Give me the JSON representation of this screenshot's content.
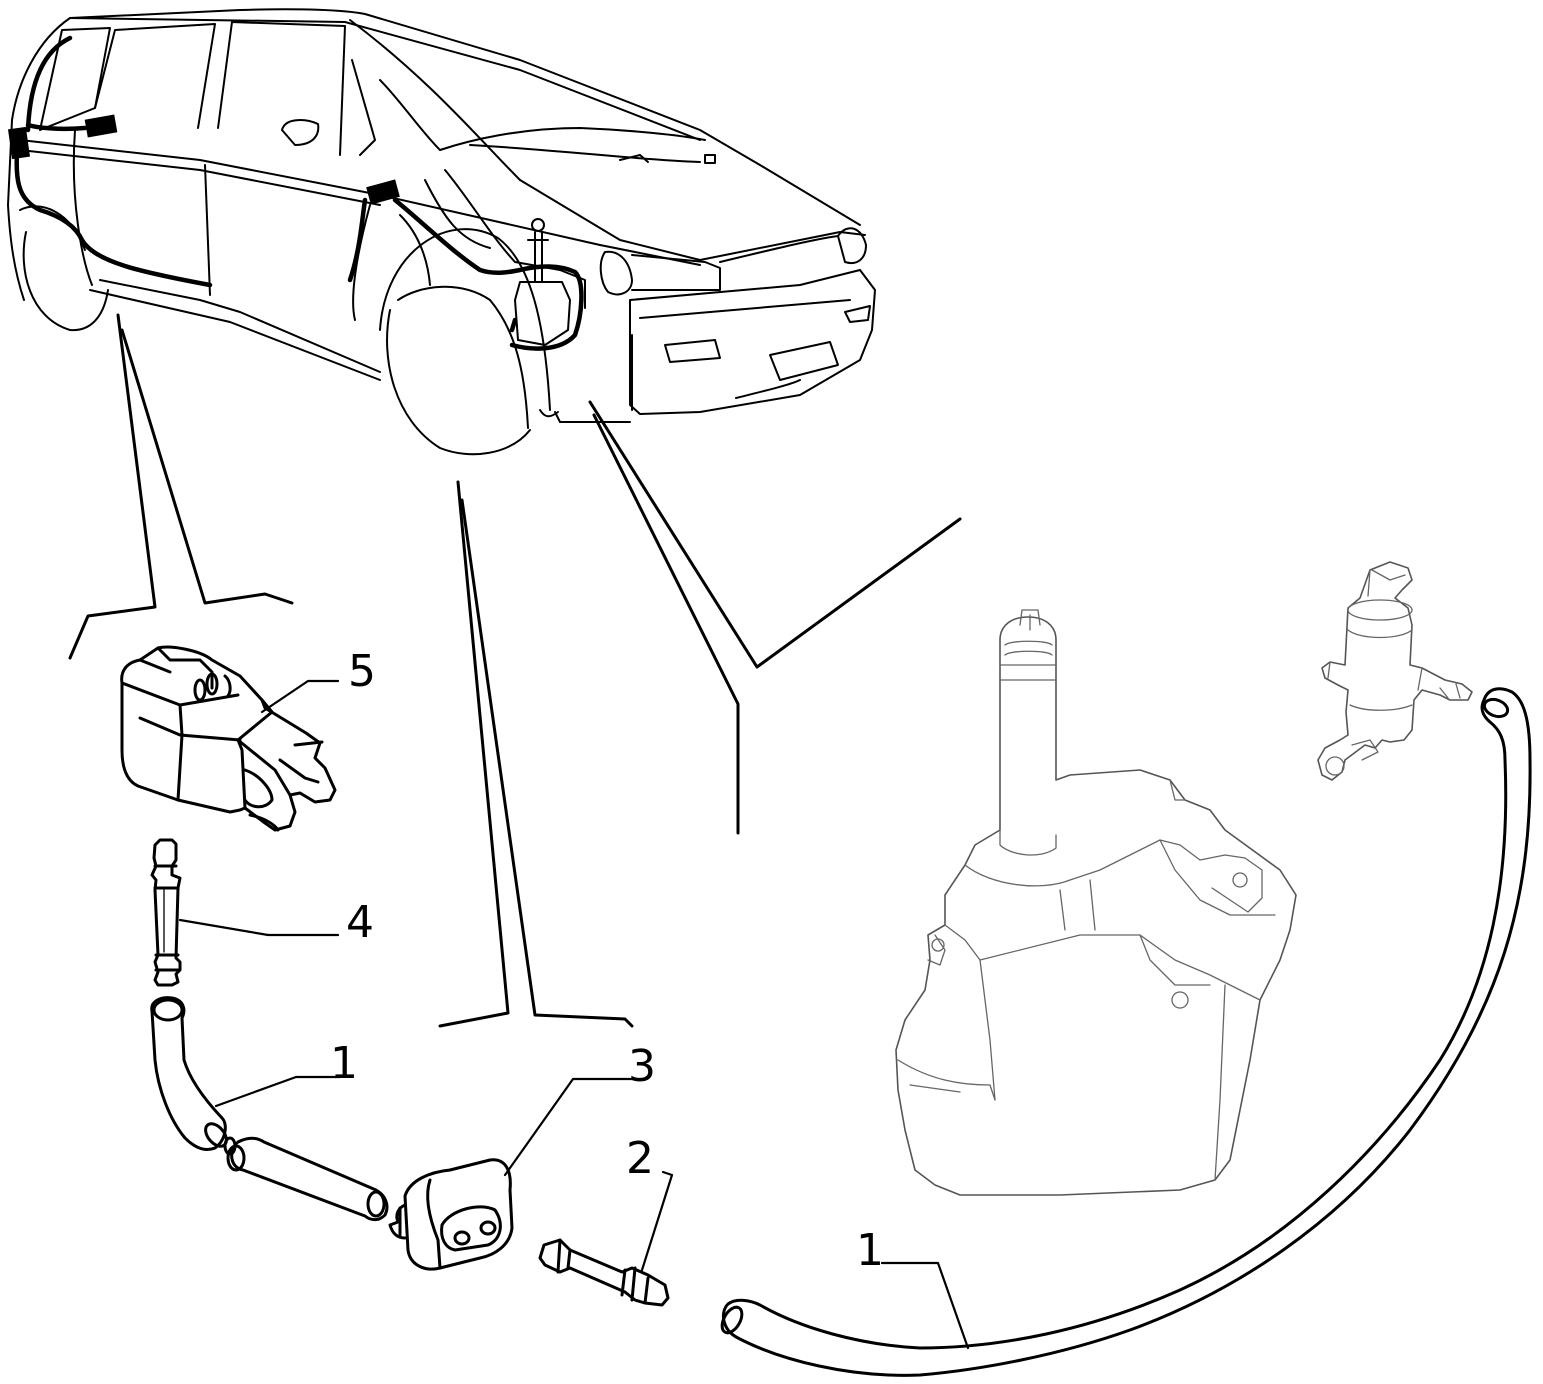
{
  "diagram": {
    "callouts": [
      {
        "id": "c5",
        "label": "5"
      },
      {
        "id": "c4",
        "label": "4"
      },
      {
        "id": "c1a",
        "label": "1"
      },
      {
        "id": "c3",
        "label": "3"
      },
      {
        "id": "c2",
        "label": "2"
      },
      {
        "id": "c1b",
        "label": "1"
      }
    ]
  }
}
